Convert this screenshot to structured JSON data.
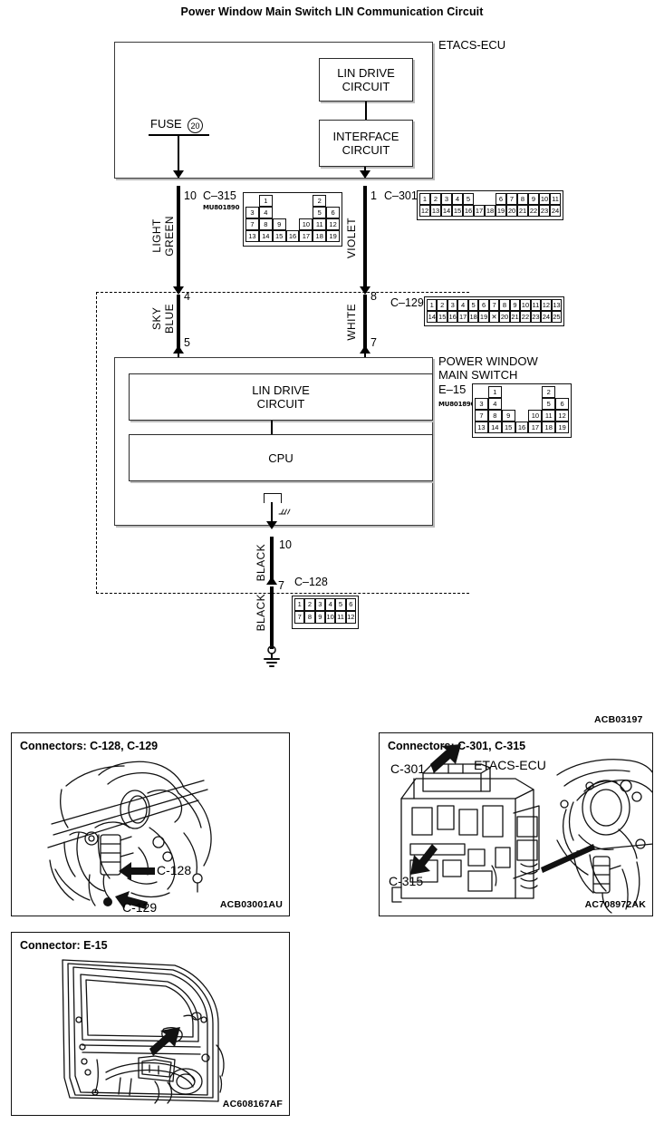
{
  "page_title": "Power Window Main Switch LIN Communication Circuit",
  "doc_code": "ACB03197",
  "ecu": {
    "label": "ETACS-ECU",
    "lin_drive": "LIN DRIVE\nCIRCUIT",
    "interface": "INTERFACE\nCIRCUIT",
    "fuse_label": "FUSE",
    "fuse_number": "20"
  },
  "switch": {
    "title_line1": "POWER WINDOW",
    "title_line2": "MAIN SWITCH",
    "connector": "E–15",
    "part_no": "MU801890",
    "lin_drive": "LIN DRIVE\nCIRCUIT",
    "cpu": "CPU"
  },
  "connectors": {
    "c315": {
      "pin": "10",
      "name": "C–315",
      "part_no": "MU801890"
    },
    "c301": {
      "pin": "1",
      "name": "C–301"
    },
    "c129_top": {
      "pin": "8",
      "name": "C–129"
    },
    "c128": {
      "pin": "7",
      "name": "C–128"
    }
  },
  "pins": {
    "left_upper": "10",
    "left_mid_top": "4",
    "left_mid_bot": "5",
    "right_upper": "1",
    "right_mid_top": "8",
    "right_mid_bot": "7",
    "ground_top": "10",
    "ground_mid": "7"
  },
  "wires": {
    "light_green": "LIGHT\nGREEN",
    "sky_blue": "SKY\nBLUE",
    "violet": "VIOLET",
    "white": "WHITE",
    "black_upper": "BLACK",
    "black_lower": "BLACK"
  },
  "pinmaps": {
    "mu801890": {
      "rows": [
        [
          "",
          "1",
          "",
          "",
          "",
          "2",
          ""
        ],
        [
          "3",
          "4",
          "",
          "",
          "",
          "5",
          "6"
        ],
        [
          "7",
          "8",
          "9",
          "",
          "10",
          "11",
          "12"
        ],
        [
          "13",
          "14",
          "15",
          "16",
          "17",
          "18",
          "19"
        ]
      ]
    },
    "c301": {
      "row_top": [
        "1",
        "2",
        "3",
        "4",
        "5",
        "",
        "6",
        "7",
        "8",
        "9",
        "10",
        "11"
      ],
      "row_bottom": [
        "12",
        "13",
        "14",
        "15",
        "16",
        "17",
        "18",
        "19",
        "20",
        "21",
        "22",
        "23",
        "24"
      ]
    },
    "c129": {
      "row_top": [
        "1",
        "2",
        "3",
        "4",
        "5",
        "6",
        "7",
        "8",
        "9",
        "10",
        "11",
        "12",
        "13"
      ],
      "row_bottom": [
        "14",
        "15",
        "16",
        "17",
        "18",
        "19",
        "✕",
        "20",
        "21",
        "22",
        "23",
        "24",
        "25"
      ]
    },
    "c128": {
      "row_top": [
        "1",
        "2",
        "3",
        "4",
        "5",
        "6"
      ],
      "row_bottom": [
        "7",
        "8",
        "9",
        "10",
        "11",
        "12"
      ]
    }
  },
  "panels": [
    {
      "id": "panel-c128-c129",
      "title": "Connectors: C-128, C-129",
      "code": "ACB03001AU",
      "callouts": [
        "C-128",
        "C-129"
      ]
    },
    {
      "id": "panel-c301-c315",
      "title": "Connectors: C-301, C-315",
      "code": "AC708972AK",
      "callouts": [
        "C-301",
        "ETACS-ECU",
        "C-315"
      ]
    },
    {
      "id": "panel-e15",
      "title": "Connector: E-15",
      "code": "AC608167AF",
      "callouts": []
    }
  ]
}
